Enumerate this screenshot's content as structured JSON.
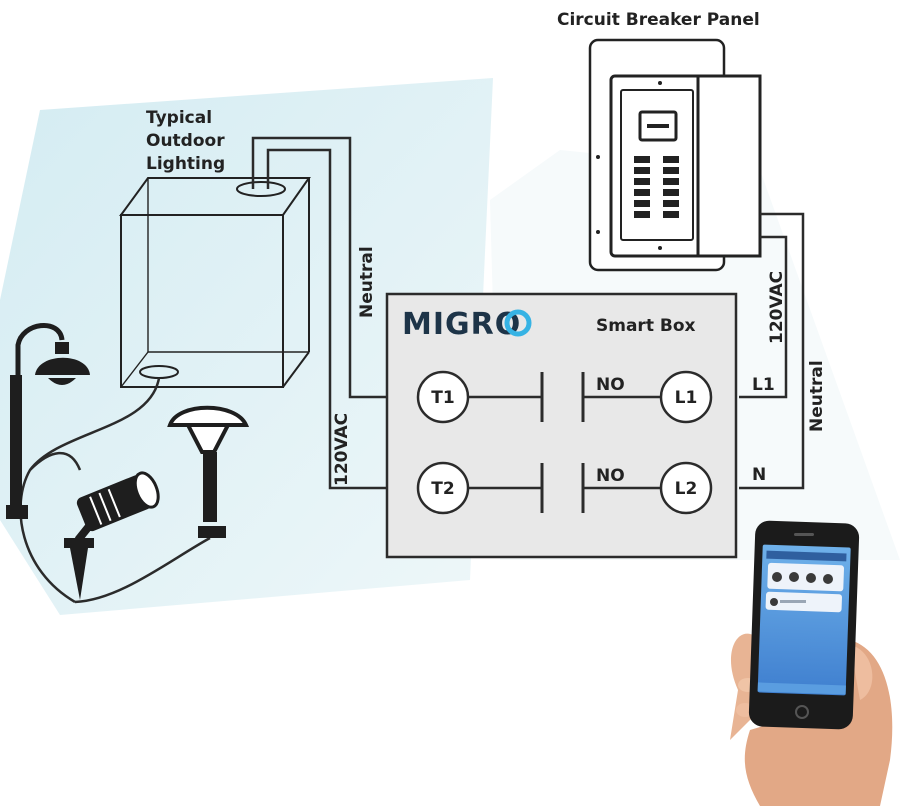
{
  "labels": {
    "breaker_panel": "Circuit Breaker Panel",
    "outdoor_lighting": [
      "Typical",
      "Outdoor",
      "Lighting"
    ],
    "neutral_left": "Neutral",
    "vac_left": "120VAC",
    "vac_right": "120VAC",
    "neutral_right": "Neutral",
    "l1_wire": "L1",
    "n_wire": "N"
  },
  "smart_box": {
    "brand": "MIGRO",
    "title": "Smart Box",
    "terminals": {
      "t1": "T1",
      "t2": "T2",
      "l1": "L1",
      "l2": "L2"
    },
    "contacts": [
      "NO",
      "NO"
    ]
  },
  "colors": {
    "wire": "#2b2b2b",
    "box_fill": "#e8e8e8",
    "background_tint": "#dff0f4",
    "brand_dark": "#1d3448",
    "brand_accent": "#36b3e4",
    "phone_screen": "#4d8fd6"
  },
  "icons": [
    "lamp-post-icon",
    "spotlight-icon",
    "bollard-light-icon",
    "smartphone-icon",
    "hand-icon"
  ]
}
